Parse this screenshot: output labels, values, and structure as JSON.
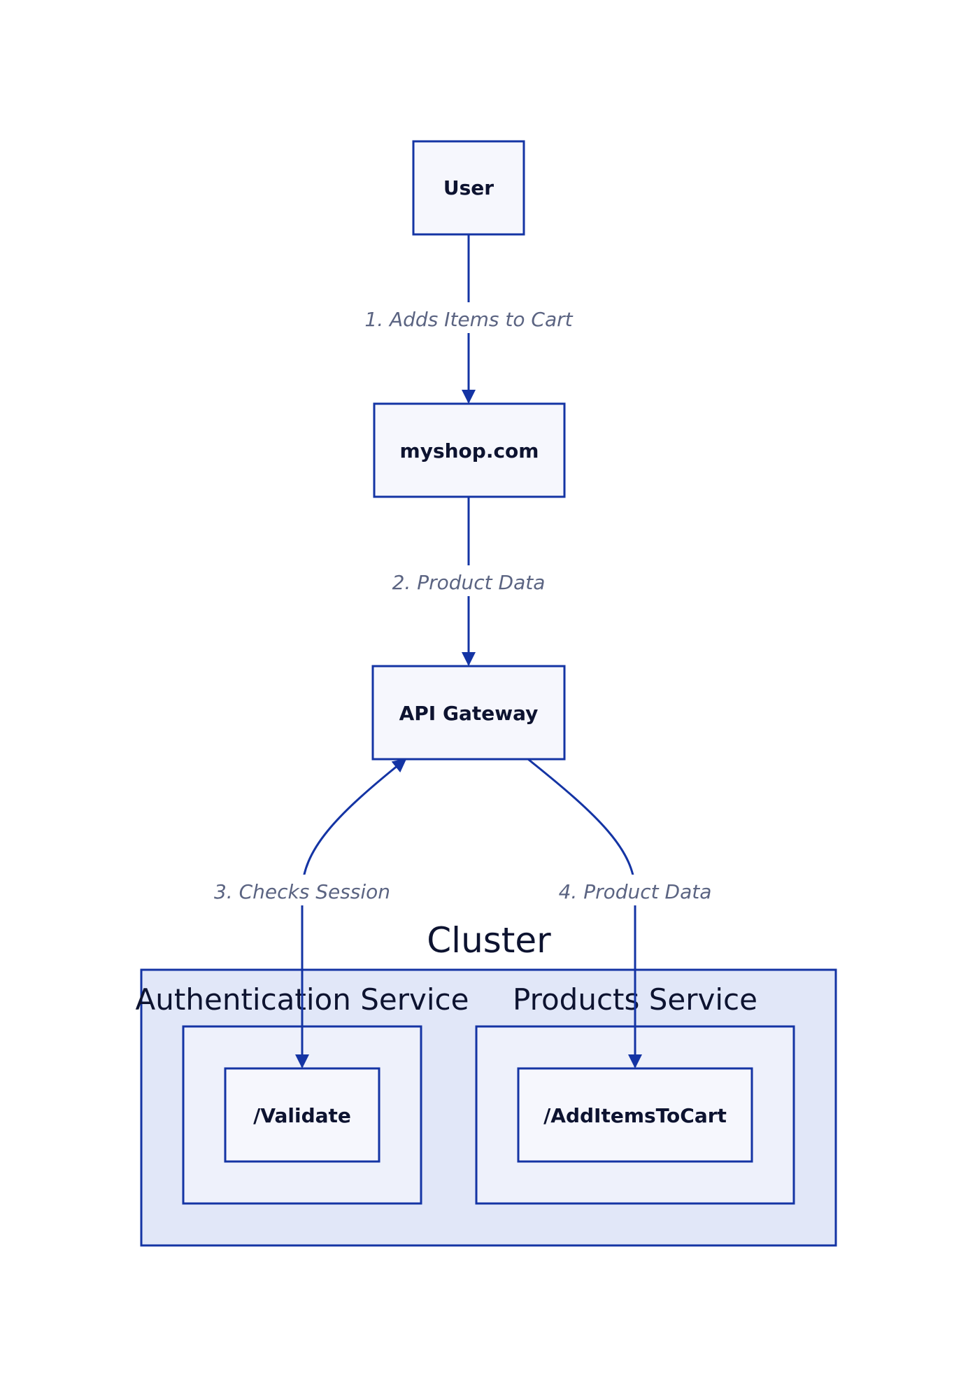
{
  "nodes": {
    "user": "User",
    "myshop": "myshop.com",
    "gateway": "API Gateway",
    "validate": "/Validate",
    "add_items": "/AddItemsToCart"
  },
  "clusters": {
    "main": "Cluster",
    "auth": "Authentication Service",
    "products": "Products Service"
  },
  "edges": {
    "e1": "1. Adds Items to Cart",
    "e2": "2. Product Data",
    "e3": "3. Checks Session",
    "e4": "4. Product Data"
  },
  "colors": {
    "stroke": "#1434a4",
    "node_fill": "#f6f7fd",
    "cluster_fill": "#e1e7f8",
    "inner_fill": "#eef1fb",
    "edge_label": "#5b6482"
  }
}
